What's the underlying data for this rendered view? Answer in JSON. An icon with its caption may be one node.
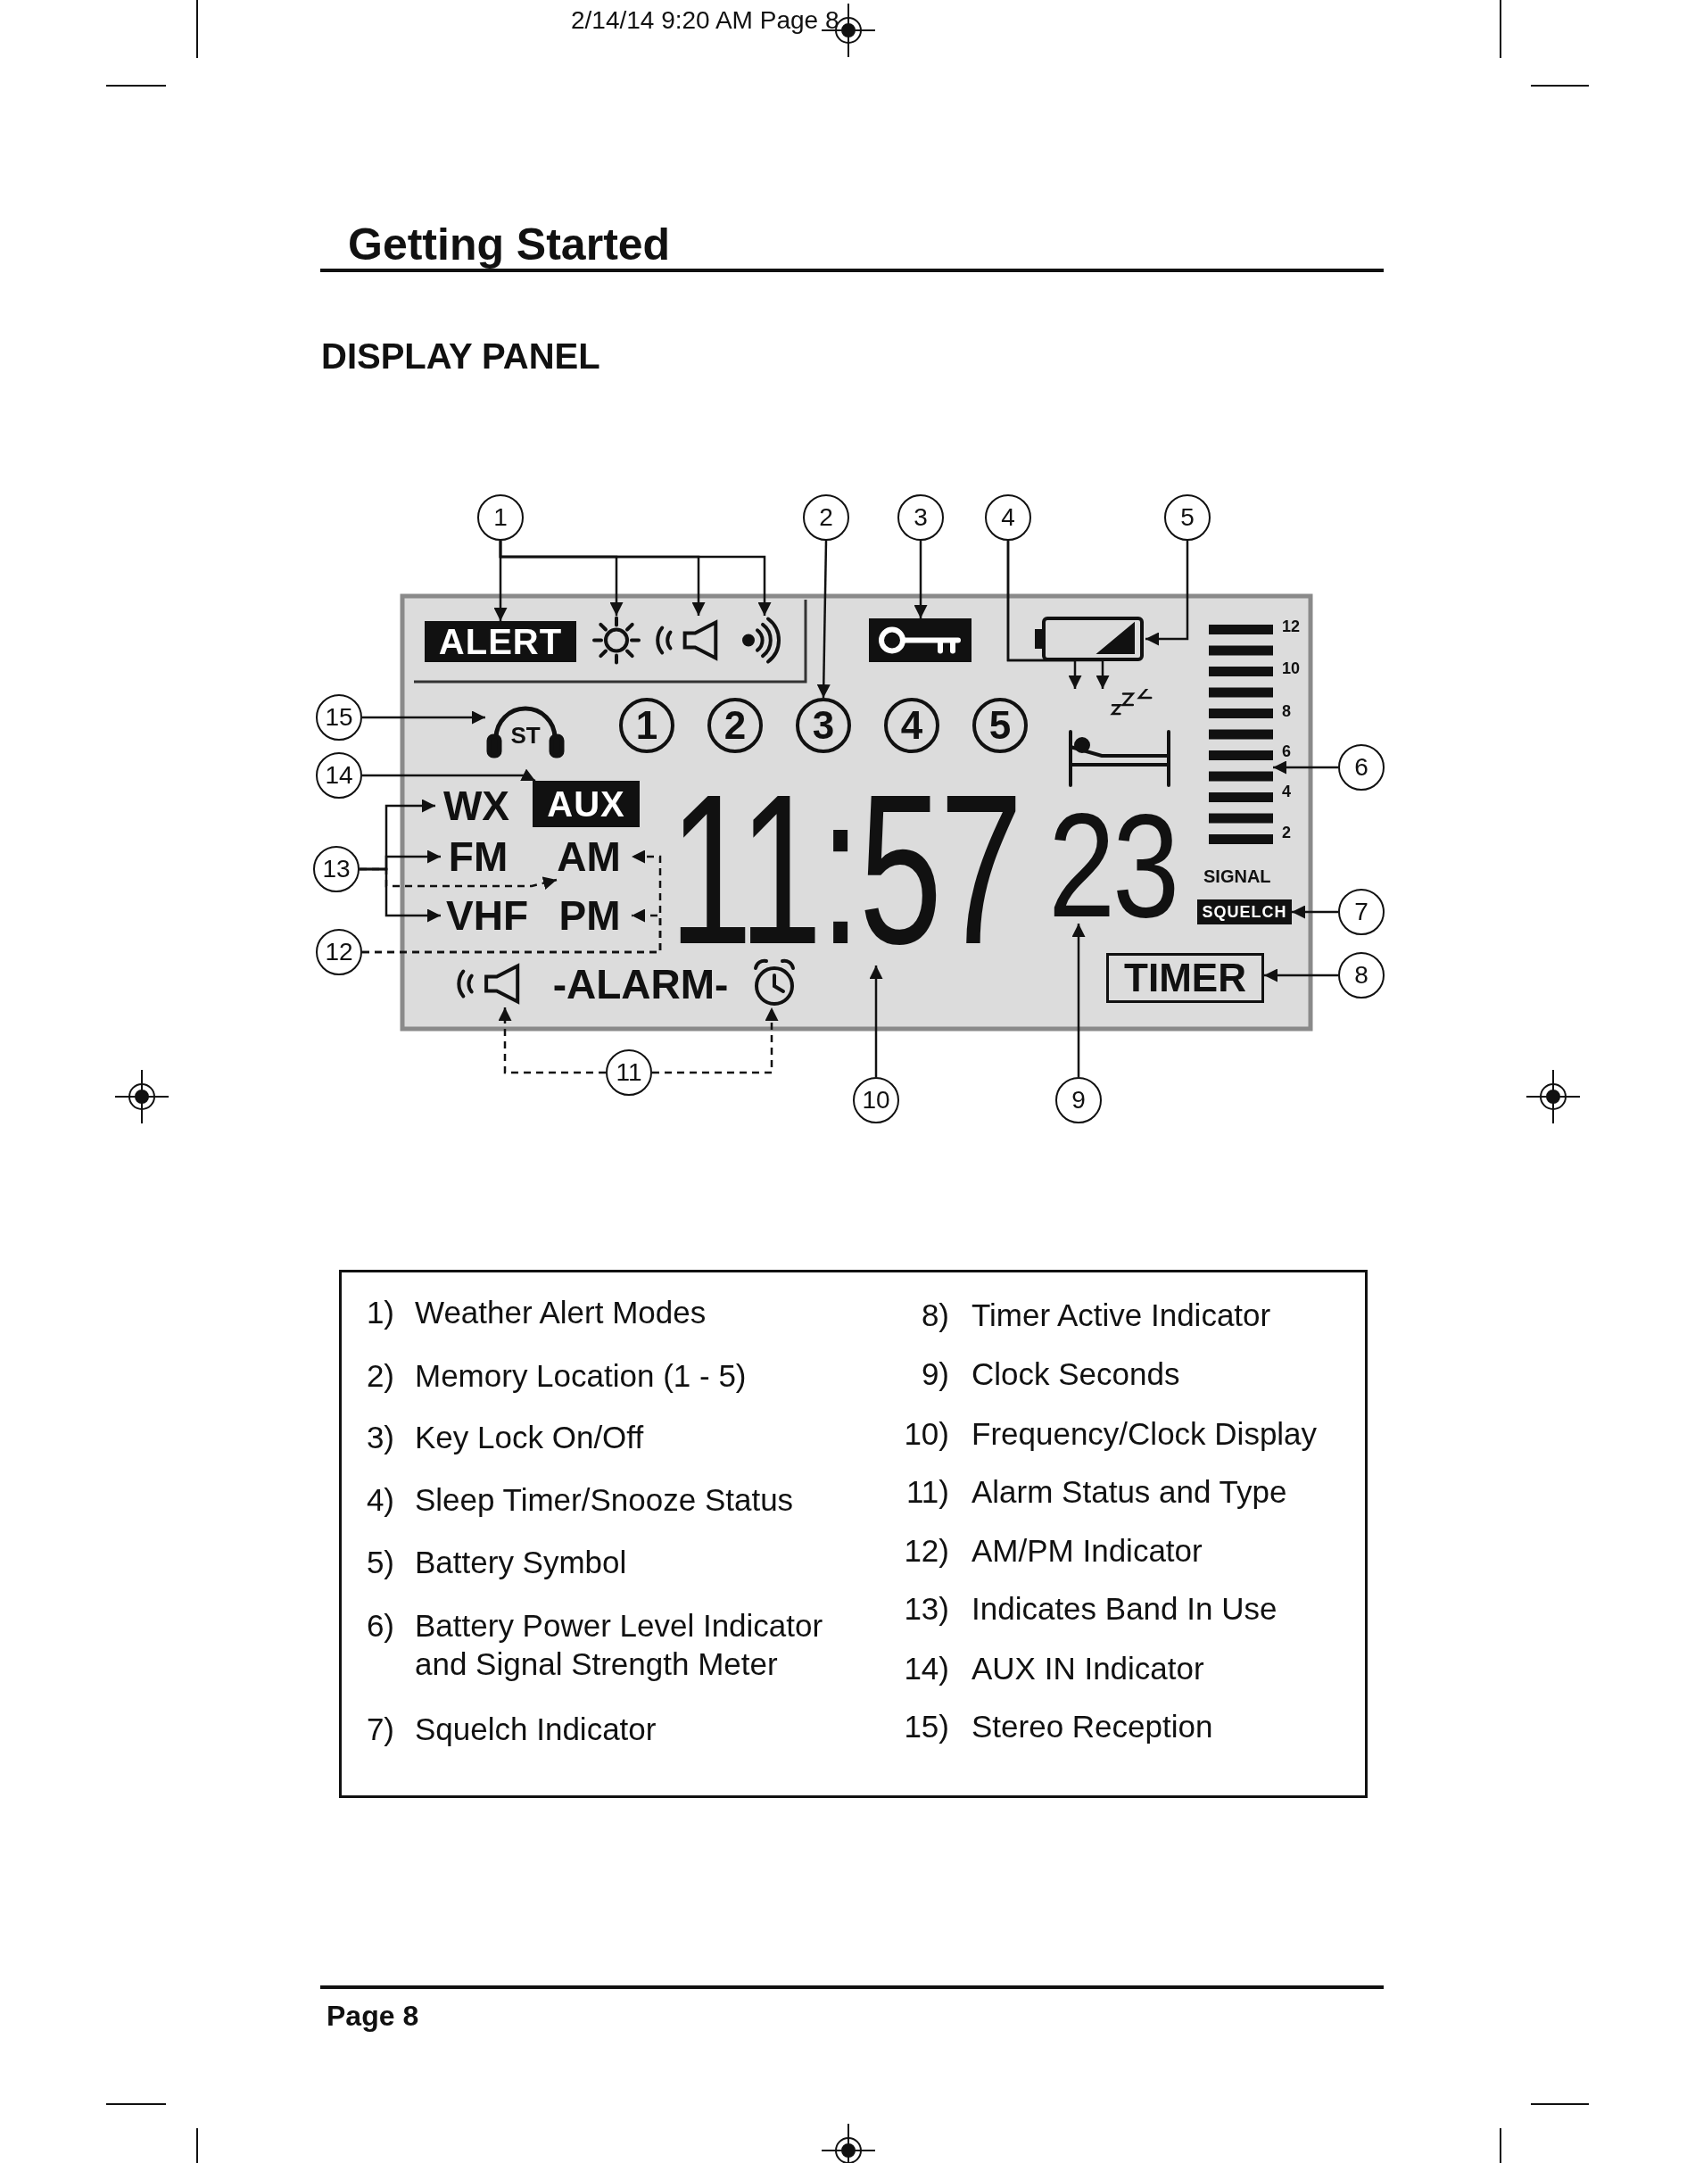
{
  "diagram": {
    "title": "Getting Started",
    "nodes": [
      {
        "text": [
          "1"
        ]
      },
      {
        "text": [
          "2"
        ]
      },
      {
        "text": [
          "3"
        ]
      },
      {
        "text": [
          "4"
        ]
      },
      {
        "text": [
          "5"
        ]
      },
      {
        "text": [
          "6"
        ]
      },
      {
        "text": [
          "7"
        ]
      },
      {
        "text": [
          "8"
        ]
      },
      {
        "text": [
          "9"
        ]
      },
      {
        "text": [
          "10"
        ]
      },
      {
        "text": [
          "11"
        ]
      },
      {
        "text": [
          "12"
        ]
      },
      {
        "text": [
          "13"
        ]
      },
      {
        "text": [
          "14"
        ]
      },
      {
        "text": [
          "15"
        ]
      },
      {
        "text": [
          "ALERT"
        ]
      },
      {
        "text": [],
        "shape": "sun"
      },
      {
        "text": [],
        "shape": "speaker"
      },
      {
        "text": [],
        "shape": "waves"
      },
      {
        "text": [],
        "shape": "key"
      },
      {
        "text": [],
        "shape": "battery"
      },
      {
        "text": [
          "1"
        ]
      },
      {
        "text": [
          "2"
        ]
      },
      {
        "text": [
          "3"
        ]
      },
      {
        "text": [
          "4"
        ]
      },
      {
        "text": [
          "5"
        ]
      },
      {
        "text": [
          "ST"
        ]
      },
      {
        "text": [],
        "shape": "bed"
      },
      {
        "text": [],
        "shape": "bars",
        "beside": [
          "12",
          "10",
          "8",
          "6",
          "4",
          "2",
          "SIGNAL"
        ]
      },
      {
        "text": [
          "WX"
        ]
      },
      {
        "text": [
          "AUX"
        ]
      },
      {
        "text": [
          "FM"
        ]
      },
      {
        "text": [
          "AM"
        ]
      },
      {
        "text": [
          "VHF"
        ]
      },
      {
        "text": [
          "PM"
        ]
      },
      {
        "text": [
          "11:57"
        ]
      },
      {
        "text": [
          "23"
        ]
      },
      {
        "text": [
          "SQUELCH"
        ]
      },
      {
        "text": [
          "TIMER"
        ]
      },
      {
        "text": [],
        "shape": "speaker"
      },
      {
        "text": [
          "-ALARM-"
        ]
      },
      {
        "text": [],
        "shape": "clock"
      }
    ],
    "edges": [
      {
        "from": 0,
        "to": 15,
        "arrow": "to"
      },
      {
        "from": 0,
        "to": 16,
        "arrow": "to"
      },
      {
        "from": 0,
        "to": 17,
        "arrow": "to"
      },
      {
        "from": 0,
        "to": 18,
        "arrow": "to"
      },
      {
        "from": 1,
        "to": 23,
        "arrow": "to"
      },
      {
        "from": 2,
        "to": 19,
        "arrow": "to"
      },
      {
        "from": 3,
        "to": 27,
        "arrow": "to"
      },
      {
        "from": 3,
        "to": 27,
        "arrow": "to"
      },
      {
        "from": 4,
        "to": 20,
        "arrow": "to"
      },
      {
        "from": 5,
        "to": 28,
        "arrow": "to"
      },
      {
        "from": 6,
        "to": 37,
        "arrow": "to"
      },
      {
        "from": 7,
        "to": 38,
        "arrow": "to"
      },
      {
        "from": 8,
        "to": 36,
        "arrow": "to"
      },
      {
        "from": 9,
        "to": 35,
        "arrow": "to"
      },
      {
        "from": 10,
        "to": 39,
        "arrow": "to",
        "style": "dashed"
      },
      {
        "from": 10,
        "to": 41,
        "arrow": "to",
        "style": "dashed"
      },
      {
        "from": 11,
        "to": 32,
        "arrow": "to",
        "style": "dashed"
      },
      {
        "from": 11,
        "to": 34,
        "arrow": "to",
        "style": "dashed"
      },
      {
        "from": 12,
        "to": 29,
        "arrow": "to"
      },
      {
        "from": 12,
        "to": 31,
        "arrow": "to"
      },
      {
        "from": 12,
        "to": 33,
        "arrow": "to"
      },
      {
        "from": 12,
        "to": 32,
        "arrow": "to",
        "style": "dashed"
      },
      {
        "from": 13,
        "to": 30,
        "arrow": "to"
      },
      {
        "from": 14,
        "to": 26,
        "arrow": "to"
      }
    ],
    "labels": [
      "2/14/14 9:20 AM Page 8",
      "DISPLAY PANEL",
      "1)",
      "Weather Alert Modes",
      "2)",
      "Memory Location (1 - 5)",
      "3)",
      "Key Lock On/Off",
      "4)",
      "Sleep Timer/Snooze Status",
      "5)",
      "Battery Symbol",
      "6)",
      "Battery Power Level Indicator and Signal Strength Meter",
      "7)",
      "Squelch Indicator",
      "8)",
      "Timer Active Indicator",
      "9)",
      "Clock Seconds",
      "10)",
      "Frequency/Clock Display",
      "11)",
      "Alarm Status and Type",
      "12)",
      "AM/PM Indicator",
      "13)",
      "Indicates Band In Use",
      "14)",
      "AUX IN Indicator",
      "15)",
      "Stereo Reception",
      "Page 8"
    ]
  }
}
